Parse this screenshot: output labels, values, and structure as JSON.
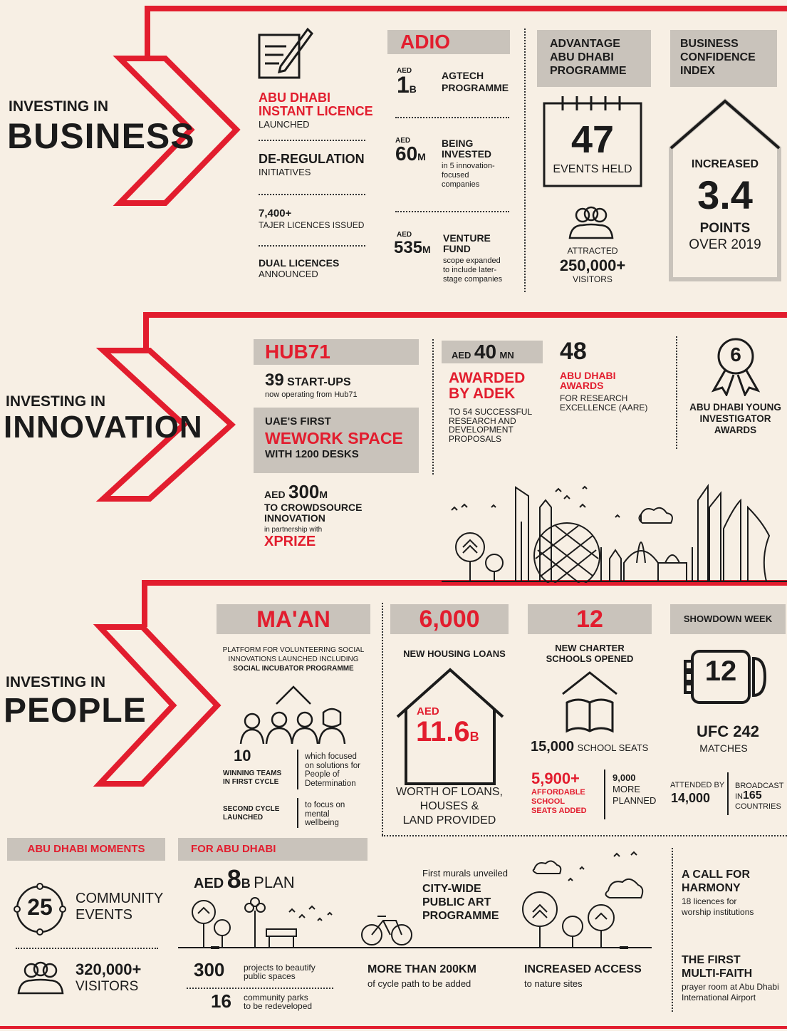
{
  "colors": {
    "accent": "#e21d2e",
    "bg": "#f7efe4",
    "box": "#c9c3bb",
    "ink": "#1b1b1b"
  },
  "business": {
    "title_small": "INVESTING IN",
    "title_big": "BUSINESS",
    "licence": {
      "l1": "ABU DHABI",
      "l2": "INSTANT LICENCE",
      "sub": "LAUNCHED"
    },
    "dereg": {
      "title": "DE-REGULATION",
      "sub": "INITIATIVES"
    },
    "tajer": {
      "num": "7,400+",
      "sub": "TAJER LICENCES ISSUED"
    },
    "dual": {
      "title": "DUAL LICENCES",
      "sub": "ANNOUNCED"
    },
    "adio": {
      "header": "ADIO",
      "i1": {
        "cur": "AED",
        "num": "1",
        "unit": "B",
        "l1": "AGTECH",
        "l2": "PROGRAMME"
      },
      "i2": {
        "cur": "AED",
        "num": "60",
        "unit": "M",
        "l1": "BEING",
        "l2": "INVESTED",
        "d1": "in 5 innovation-",
        "d2": "focused",
        "d3": "companies"
      },
      "i3": {
        "cur": "AED",
        "num": "535",
        "unit": "M",
        "l1": "VENTURE",
        "l2": "FUND",
        "d1": "scope expanded",
        "d2": "to include later-",
        "d3": "stage companies"
      }
    },
    "advantage": {
      "h1": "ADVANTAGE",
      "h2": "ABU DHABI",
      "h3": "PROGRAMME",
      "num": "47",
      "sub": "EVENTS HELD",
      "attracted": "ATTRACTED",
      "visitors": "250,000+",
      "visitors_label": "VISITORS"
    },
    "confidence": {
      "h1": "BUSINESS",
      "h2": "CONFIDENCE",
      "h3": "INDEX",
      "increased": "INCREASED",
      "num": "3.4",
      "points": "POINTS",
      "over": "OVER 2019"
    }
  },
  "innovation": {
    "title_small": "INVESTING IN",
    "title_big": "INNOVATION",
    "hub": {
      "header": "HUB71",
      "num": "39",
      "label": "START-UPS",
      "sub": "now operating from Hub71"
    },
    "wework": {
      "l1": "UAE'S FIRST",
      "l2": "WEWORK SPACE",
      "l3": "WITH 1200 DESKS"
    },
    "crowd": {
      "cur": "AED",
      "num": "300",
      "unit": "M",
      "l1": "TO CROWDSOURCE",
      "l2": "INNOVATION",
      "l3": "in partnership with",
      "l4": "XPRIZE"
    },
    "adek": {
      "cur": "AED",
      "num": "40",
      "unit": "MN",
      "l1": "AWARDED",
      "l2": "BY ADEK",
      "d1": "TO 54 SUCCESSFUL",
      "d2": "RESEARCH AND",
      "d3": "DEVELOPMENT",
      "d4": "PROPOSALS"
    },
    "aare": {
      "num": "48",
      "l1": "ABU DHABI",
      "l2": "AWARDS",
      "d1": "FOR RESEARCH",
      "d2": "EXCELLENCE (AARE)"
    },
    "young": {
      "num": "6",
      "l1": "ABU DHABI YOUNG",
      "l2": "INVESTIGATOR",
      "l3": "AWARDS"
    }
  },
  "people": {
    "title_small": "INVESTING IN",
    "title_big": "PEOPLE",
    "maan": {
      "header": "MA'AN",
      "d1": "PLATFORM FOR VOLUNTEERING SOCIAL",
      "d2": "INNOVATIONS LAUNCHED INCLUDING",
      "d3": "SOCIAL INCUBATOR PROGRAMME",
      "teams_num": "10",
      "teams_l1": "WINNING TEAMS",
      "teams_l2": "IN FIRST CYCLE",
      "teams_d1": "which focused",
      "teams_d2": "on solutions for",
      "teams_d3": "People of",
      "teams_d4": "Determination",
      "second_l1": "SECOND CYCLE",
      "second_l2": "LAUNCHED",
      "second_d1": "to focus on",
      "second_d2": "mental",
      "second_d3": "wellbeing"
    },
    "housing": {
      "header": "6,000",
      "sub": "NEW HOUSING LOANS",
      "cur": "AED",
      "num": "11.6",
      "unit": "B",
      "d1": "WORTH OF LOANS,",
      "d2": "HOUSES &",
      "d3": "LAND PROVIDED"
    },
    "schools": {
      "header": "12",
      "l1": "NEW CHARTER",
      "l2": "SCHOOLS OPENED",
      "seats_num": "15,000",
      "seats_label": "SCHOOL SEATS",
      "afford_num": "5,900+",
      "afford_l1": "AFFORDABLE",
      "afford_l2": "SCHOOL",
      "afford_l3": "SEATS ADDED",
      "planned_num": "9,000",
      "planned_l1": "MORE",
      "planned_l2": "PLANNED"
    },
    "showdown": {
      "header": "SHOWDOWN WEEK",
      "num": "12",
      "ufc": "UFC 242",
      "matches": "MATCHES",
      "att_label": "ATTENDED BY",
      "att_num": "14,000",
      "bc_label": "BROADCAST",
      "bc_in": "IN",
      "bc_num": "165",
      "bc_countries": "COUNTRIES"
    }
  },
  "moments": {
    "header": "ABU DHABI MOMENTS",
    "events_num": "25",
    "events_l1": "COMMUNITY",
    "events_l2": "EVENTS",
    "visitors_num": "320,000+",
    "visitors_label": "VISITORS"
  },
  "forad": {
    "header": "FOR ABU DHABI",
    "cur": "AED",
    "num": "8",
    "unit": "B",
    "plan": "PLAN",
    "p300": "300",
    "p300_d1": "projects to beautify",
    "p300_d2": "public spaces",
    "p16": "16",
    "p16_d1": "community parks",
    "p16_d2": "to be redeveloped",
    "mural_pre": "First murals unveiled",
    "mural_l1": "CITY-WIDE",
    "mural_l2": "PUBLIC ART",
    "mural_l3": "PROGRAMME",
    "cycle_l1": "MORE THAN 200KM",
    "cycle_l2": "of cycle path to be added",
    "access_l1": "INCREASED ACCESS",
    "access_l2": "to nature sites"
  },
  "harmony": {
    "l1": "A CALL FOR",
    "l2": "HARMONY",
    "d1": "18 licences for",
    "d2": "worship institutions",
    "f1": "THE FIRST",
    "f2": "MULTI-FAITH",
    "f3": "prayer room at Abu Dhabi",
    "f4": "International Airport"
  }
}
